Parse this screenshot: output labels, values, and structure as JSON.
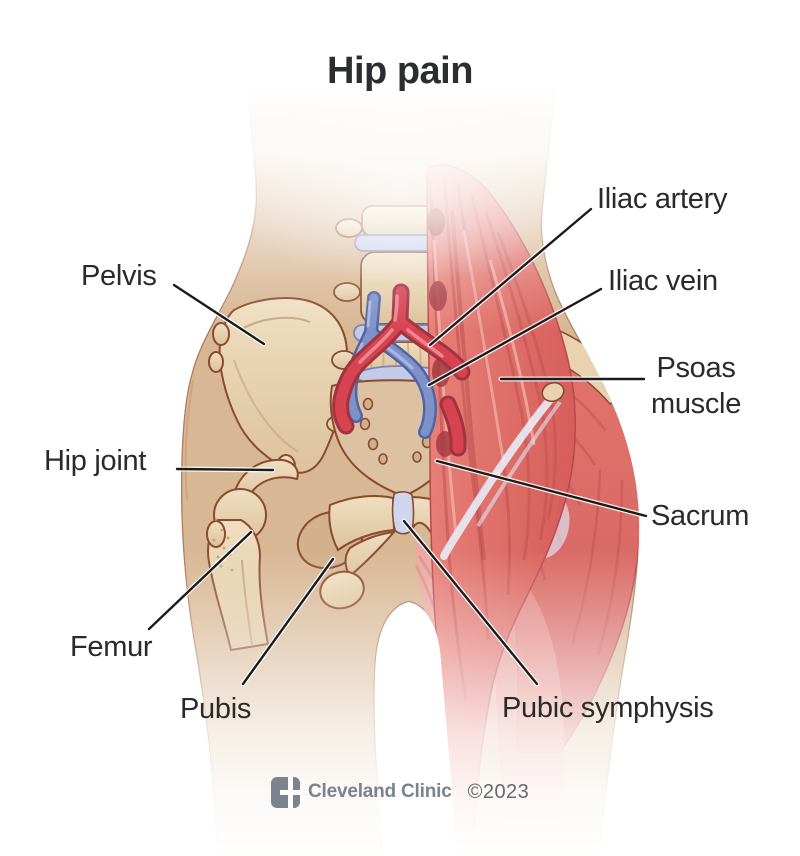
{
  "title": "Hip pain",
  "labels": {
    "pelvis": "Pelvis",
    "hip_joint": "Hip joint",
    "femur": "Femur",
    "pubis": "Pubis",
    "pubic_symphysis": "Pubic symphysis",
    "iliac_artery": "Iliac artery",
    "iliac_vein": "Iliac vein",
    "psoas_muscle": "Psoas muscle",
    "sacrum": "Sacrum"
  },
  "footer": {
    "brand": "Cleveland Clinic",
    "copyright": "©2023"
  },
  "colors": {
    "label_text": "#2a2a2a",
    "leader_line": "#1b1b1b",
    "skin": "#d8b795",
    "skin_edge": "#ae7c59",
    "bone": "#e7d2b1",
    "bone_outline": "#8a4a2e",
    "disc": "#c3cbe8",
    "artery_red": "#d84352",
    "vein_blue": "#7f91c9",
    "muscle_red": "#e0706a",
    "brand_gray": "#7b838c"
  }
}
